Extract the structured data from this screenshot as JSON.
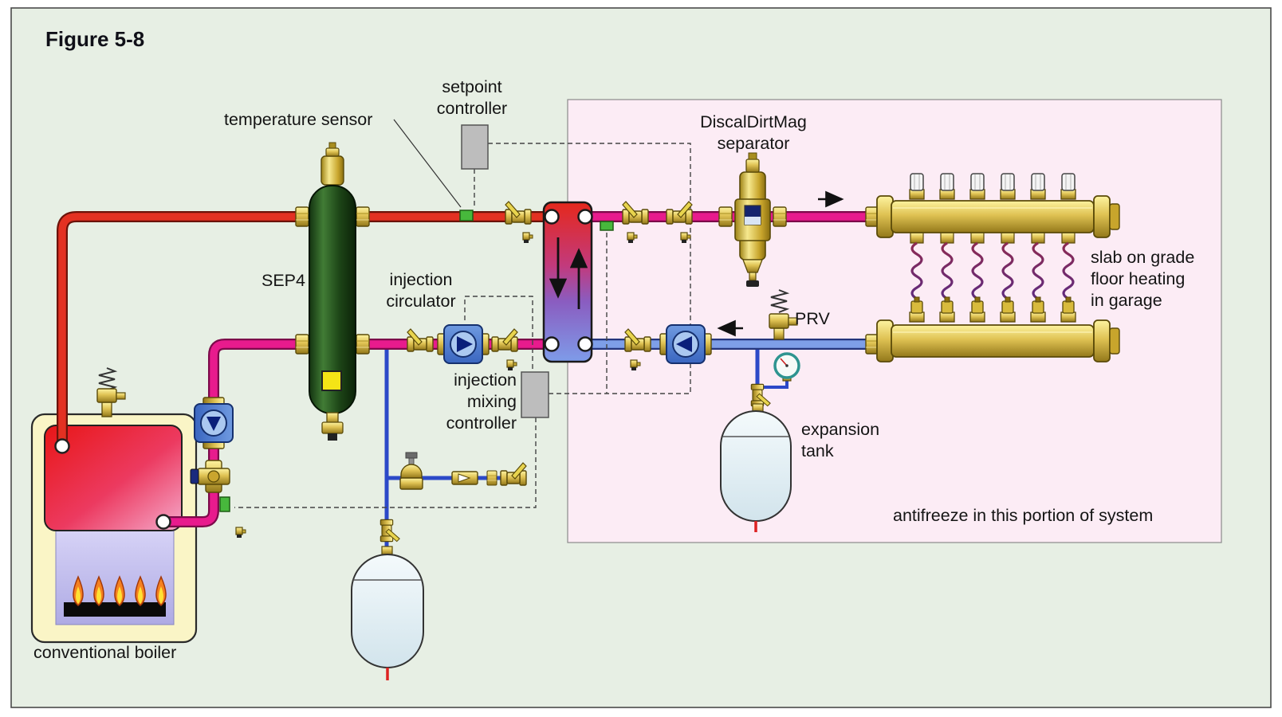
{
  "figure": {
    "title": "Figure 5-8"
  },
  "labels": {
    "temperature_sensor": "temperature sensor",
    "setpoint_controller": "setpoint\ncontroller",
    "discal_separator": "DiscalDirtMag\nseparator",
    "sep4": "SEP4",
    "injection_circulator": "injection\ncirculator",
    "injection_mixing_controller": "injection\nmixing\ncontroller",
    "prv": "PRV",
    "slab_heating": "slab on grade\nfloor heating\nin garage",
    "expansion_tank": "expansion\ntank",
    "antifreeze_note": "antifreeze in this portion of system",
    "conventional_boiler": "conventional boiler"
  },
  "colors": {
    "background": "#e7efe4",
    "antifreeze_region": "#fcecf5",
    "pipe_hot_supply": "#e33122",
    "pipe_secondary_supply": "#e81b8d",
    "pipe_return": "#7e9fe8",
    "fill_line": "#2c49c8",
    "brass": "#dfc253",
    "sep4_green": "#2a5a22",
    "pump_blue": "#4f7fd4",
    "controller_gray": "#bdbdbd",
    "sensor_green": "#47b83c",
    "coil_loop": "#7c2a60"
  }
}
